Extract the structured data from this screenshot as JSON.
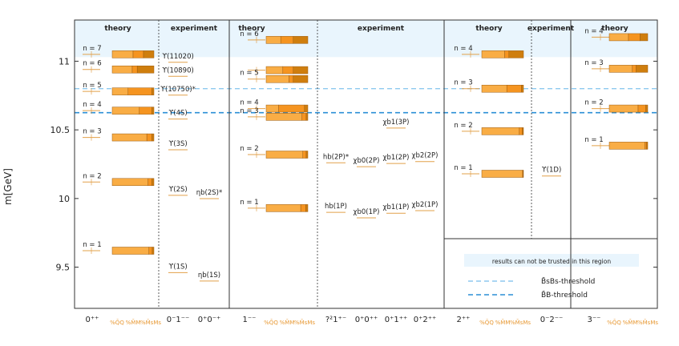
{
  "chart_data": {
    "type": "spectrum",
    "ylabel": "m[GeV]",
    "ylim": [
      9.2,
      11.3
    ],
    "yticks": [
      9.5,
      10,
      10.5,
      11
    ],
    "untrusted_region": [
      11.03,
      11.3
    ],
    "thresholds": [
      {
        "name": "B̄sBs-threshold",
        "value": 10.8,
        "color": "#8ec9ef"
      },
      {
        "name": "B̄B-threshold",
        "value": 10.625,
        "color": "#2b8fd6"
      }
    ],
    "legend": {
      "region_text": "results can not be trusted in this region"
    },
    "composition_legend": [
      "%Q̄Q",
      "%M̄M",
      "%M̄sMs"
    ],
    "panels": [
      {
        "jpc": "0⁺⁺",
        "theory_title": "theory",
        "experiment_title": "experiment",
        "theory": [
          {
            "label": "n = 1",
            "mass": 9.62,
            "qq": 0.88,
            "mm": 0.08,
            "ms": 0.04
          },
          {
            "label": "n = 2",
            "mass": 10.12,
            "qq": 0.86,
            "mm": 0.09,
            "ms": 0.05
          },
          {
            "label": "n = 3",
            "mass": 10.445,
            "qq": 0.83,
            "mm": 0.12,
            "ms": 0.05
          },
          {
            "label": "n = 4",
            "mass": 10.64,
            "qq": 0.65,
            "mm": 0.3,
            "ms": 0.05
          },
          {
            "label": "n = 5",
            "mass": 10.78,
            "qq": 0.38,
            "mm": 0.57,
            "ms": 0.05
          },
          {
            "label": "n = 6",
            "mass": 10.94,
            "qq": 0.48,
            "mm": 0.12,
            "ms": 0.4
          },
          {
            "label": "n = 7",
            "mass": 11.05,
            "qq": 0.5,
            "mm": 0.25,
            "ms": 0.25
          }
        ],
        "experiment_columns": [
          {
            "jpc": "0⁻1⁻⁻",
            "states": [
              {
                "label": "ϒ(1S)",
                "mass": 9.46
              },
              {
                "label": "ϒ(2S)",
                "mass": 10.023
              },
              {
                "label": "ϒ(3S)",
                "mass": 10.355
              },
              {
                "label": "ϒ(4S)",
                "mass": 10.579
              },
              {
                "label": "ϒ(10750)*",
                "mass": 10.753
              },
              {
                "label": "ϒ(10890)",
                "mass": 10.89
              },
              {
                "label": "ϒ(11020)",
                "mass": 10.992
              }
            ]
          },
          {
            "jpc": "0⁺0⁻⁺",
            "states": [
              {
                "label": "ηb(1S)",
                "mass": 9.399
              },
              {
                "label": "ηb(2S)*",
                "mass": 9.999
              }
            ]
          }
        ]
      },
      {
        "jpc": "1⁻⁻",
        "theory_title": "theory",
        "experiment_title": "experiment",
        "theory": [
          {
            "label": "n = 1",
            "mass": 9.93,
            "qq": 0.83,
            "mm": 0.12,
            "ms": 0.05
          },
          {
            "label": "n = 2",
            "mass": 10.32,
            "qq": 0.88,
            "mm": 0.08,
            "ms": 0.04
          },
          {
            "label": "n = 3",
            "mass": 10.595,
            "qq": 0.86,
            "mm": 0.1,
            "ms": 0.04
          },
          {
            "label": "n = 4",
            "mass": 10.655,
            "qq": 0.3,
            "mm": 0.62,
            "ms": 0.08
          },
          {
            "label": "n = 5",
            "mass": 10.87,
            "qq": 0.55,
            "mm": 0.1,
            "ms": 0.35
          },
          {
            "label": "",
            "mass": 10.935,
            "qq": 0.4,
            "mm": 0.25,
            "ms": 0.35
          },
          {
            "label": "n = 6",
            "mass": 11.155,
            "qq": 0.35,
            "mm": 0.3,
            "ms": 0.35
          }
        ],
        "experiment_columns": [
          {
            "jpc": "?²1⁺⁻",
            "states": [
              {
                "label": "hb(1P)",
                "mass": 9.899
              },
              {
                "label": "hb(2P)*",
                "mass": 10.26
              }
            ]
          },
          {
            "jpc": "0⁺0⁺⁺",
            "states": [
              {
                "label": "χb0(1P)",
                "mass": 9.859
              },
              {
                "label": "χb0(2P)",
                "mass": 10.232
              }
            ]
          },
          {
            "jpc": "0⁺1⁺⁺",
            "states": [
              {
                "label": "χb1(1P)",
                "mass": 9.893
              },
              {
                "label": "χb1(2P)",
                "mass": 10.255
              },
              {
                "label": "χb1(3P)",
                "mass": 10.513
              }
            ]
          },
          {
            "jpc": "0⁺2⁺⁺",
            "states": [
              {
                "label": "χb2(1P)",
                "mass": 9.912
              },
              {
                "label": "χb2(2P)",
                "mass": 10.269
              }
            ]
          }
        ]
      },
      {
        "jpc": "2⁺⁺",
        "theory_title": "theory",
        "experiment_title": "experiment",
        "theory": [
          {
            "label": "n = 1",
            "mass": 10.18,
            "qq": 0.98,
            "mm": 0.01,
            "ms": 0.01
          },
          {
            "label": "n = 2",
            "mass": 10.49,
            "qq": 0.9,
            "mm": 0.07,
            "ms": 0.03
          },
          {
            "label": "n = 3",
            "mass": 10.8,
            "qq": 0.6,
            "mm": 0.35,
            "ms": 0.05
          },
          {
            "label": "n = 4",
            "mass": 11.05,
            "qq": 0.55,
            "mm": 0.1,
            "ms": 0.35
          }
        ],
        "experiment_columns": [
          {
            "jpc": "0⁻2⁻⁻",
            "states": [
              {
                "label": "ϒ(1D)",
                "mass": 10.164
              }
            ]
          }
        ]
      },
      {
        "jpc": "3⁻⁻",
        "theory_title": "theory",
        "theory": [
          {
            "label": "n = 1",
            "mass": 10.385,
            "qq": 0.93,
            "mm": 0.04,
            "ms": 0.03
          },
          {
            "label": "n = 2",
            "mass": 10.655,
            "qq": 0.75,
            "mm": 0.2,
            "ms": 0.05
          },
          {
            "label": "n = 3",
            "mass": 10.945,
            "qq": 0.6,
            "mm": 0.1,
            "ms": 0.3
          },
          {
            "label": "n = 4",
            "mass": 11.175,
            "qq": 0.5,
            "mm": 0.3,
            "ms": 0.2
          }
        ]
      }
    ],
    "colors": {
      "qq": "#f9ad45",
      "mm": "#f59420",
      "ms": "#cf7e0e",
      "level": "#e2a04a",
      "frame": "#333333",
      "region": "#e9f5fd"
    }
  }
}
